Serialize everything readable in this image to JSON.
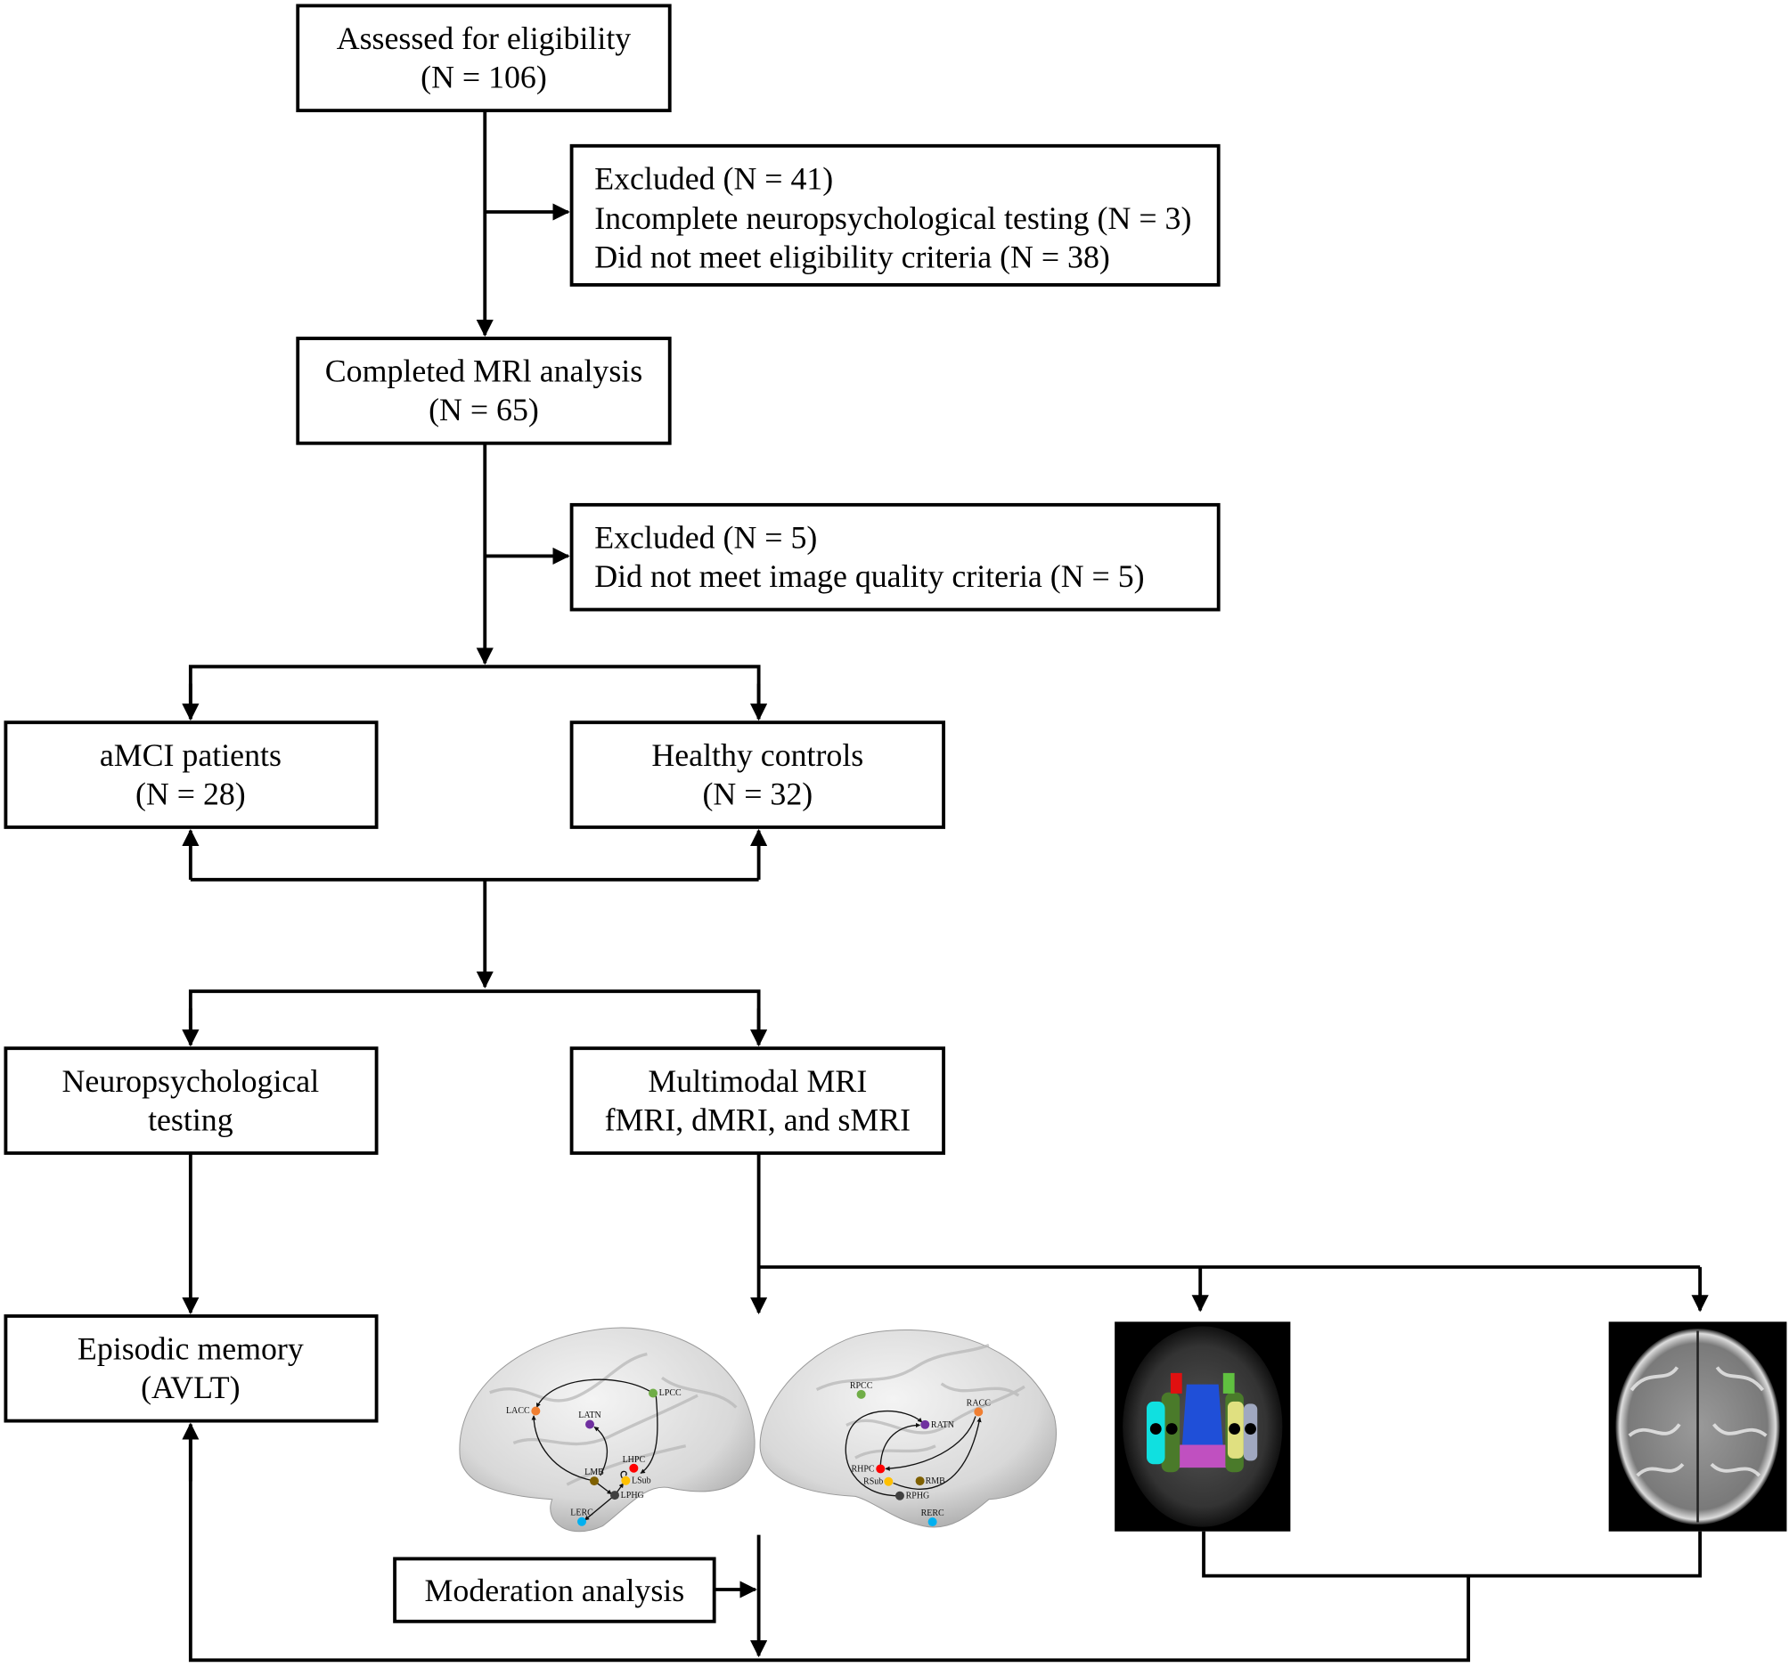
{
  "flow": {
    "assessed": {
      "line1": "Assessed for eligibility",
      "line2": "(N = 106)"
    },
    "excluded1": {
      "line1": "Excluded (N = 41)",
      "line2": "Incomplete neuropsychological testing (N = 3)",
      "line3": "Did not meet eligibility criteria (N = 38)"
    },
    "completed": {
      "line1": "Completed MRl analysis",
      "line2": "(N = 65)"
    },
    "excluded2": {
      "line1": "Excluded (N = 5)",
      "line2": "Did not meet image quality criteria (N = 5)"
    },
    "amci": {
      "line1": "aMCI patients",
      "line2": "(N = 28)"
    },
    "controls": {
      "line1": "Healthy controls",
      "line2": "(N = 32)"
    },
    "neuro": {
      "line1": "Neuropsychological",
      "line2": "testing"
    },
    "mri": {
      "line1": "Multimodal MRI",
      "line2": "fMRI, dMRI, and sMRI"
    },
    "memory": {
      "line1": "Episodic memory",
      "line2": "(AVLT)"
    },
    "moderation": {
      "label": "Moderation analysis"
    }
  },
  "brain_left": {
    "nodes": [
      {
        "label": "LACC",
        "color": "#f07f32"
      },
      {
        "label": "LATN",
        "color": "#7030a0"
      },
      {
        "label": "LPCC",
        "color": "#70ad47"
      },
      {
        "label": "LHPC",
        "color": "#ff0000"
      },
      {
        "label": "LSub",
        "color": "#ffc000"
      },
      {
        "label": "LMB",
        "color": "#7f6000"
      },
      {
        "label": "LPHG",
        "color": "#404040"
      },
      {
        "label": "LERC",
        "color": "#00b0f0"
      }
    ]
  },
  "brain_right": {
    "nodes": [
      {
        "label": "RPCC",
        "color": "#70ad47"
      },
      {
        "label": "RACC",
        "color": "#f07f32"
      },
      {
        "label": "RATN",
        "color": "#7030a0"
      },
      {
        "label": "RHPC",
        "color": "#ff0000"
      },
      {
        "label": "RSub",
        "color": "#ffc000"
      },
      {
        "label": "RMB",
        "color": "#7f6000"
      },
      {
        "label": "RPHG",
        "color": "#404040"
      },
      {
        "label": "RERC",
        "color": "#00b0f0"
      }
    ]
  }
}
